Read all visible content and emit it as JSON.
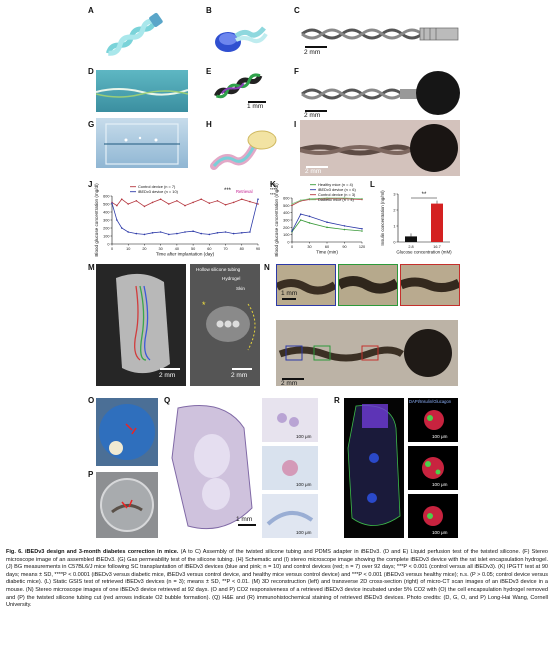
{
  "panels": {
    "A": "A",
    "B": "B",
    "C": "C",
    "D": "D",
    "E": "E",
    "F": "F",
    "G": "G",
    "H": "H",
    "I": "I",
    "J": "J",
    "K": "K",
    "L": "L",
    "M": "M",
    "N": "N",
    "O": "O",
    "P": "P",
    "Q": "Q",
    "R": "R"
  },
  "scale_bars": {
    "c": "2 mm",
    "e": "1 mm",
    "f": "2 mm",
    "i": "2 mm",
    "m_left": "2 mm",
    "m_right": "2 mm",
    "n_top": "1 mm",
    "n_bottom": "2 mm",
    "q": "1 mm",
    "q_inset1": "100 μm",
    "q_inset2": "100 μm",
    "q_inset3": "100 μm",
    "r_inset1": "100 μm",
    "r_inset2": "100 μm",
    "r_inset3": "100 μm"
  },
  "panel_m": {
    "label_tubing": "Hollow silicone tubing",
    "label_hydrogel": "Hydrogel",
    "label_skin": "Skin"
  },
  "panel_r": {
    "stain_label": "DAPI/Insulin/Glucagon"
  },
  "panel_j": {
    "retrieval": "Retrieval",
    "significance": "***"
  },
  "panel_k": {
    "sig1": "***",
    "sig2": "****",
    "sig3": "***"
  },
  "panel_l": {
    "sig": "**"
  },
  "chart_data": [
    {
      "type": "line",
      "panel": "J",
      "xlabel": "Time after implantation (day)",
      "ylabel": "Blood glucose concentration (mg/dl)",
      "xlim": [
        0,
        90
      ],
      "ylim": [
        0,
        600
      ],
      "xticks": [
        0,
        10,
        20,
        30,
        40,
        50,
        60,
        70,
        80,
        90
      ],
      "yticks": [
        0,
        100,
        200,
        300,
        400,
        500,
        600
      ],
      "legend": "top-center",
      "series": [
        {
          "name": "Control device (n = 7)",
          "color": "#b5373f",
          "x": [
            0,
            3,
            6,
            10,
            15,
            20,
            25,
            30,
            35,
            40,
            45,
            50,
            55,
            60,
            65,
            70,
            75,
            80,
            85,
            90
          ],
          "y": [
            520,
            480,
            560,
            500,
            540,
            470,
            520,
            560,
            500,
            540,
            480,
            520,
            560,
            510,
            540,
            490,
            520,
            560,
            530,
            500
          ]
        },
        {
          "name": "iBEDv3 device (n = 10)",
          "color": "#2d3aa8",
          "x": [
            0,
            3,
            6,
            10,
            15,
            20,
            25,
            30,
            35,
            40,
            45,
            50,
            55,
            60,
            65,
            70,
            75,
            80,
            85,
            90
          ],
          "y": [
            510,
            300,
            200,
            150,
            130,
            120,
            140,
            150,
            120,
            130,
            150,
            160,
            130,
            120,
            140,
            150,
            130,
            140,
            150,
            560
          ]
        }
      ]
    },
    {
      "type": "line",
      "panel": "K",
      "xlabel": "Time (min)",
      "ylabel": "Blood glucose concentration (mg/dl)",
      "xlim": [
        0,
        120
      ],
      "ylim": [
        0,
        600
      ],
      "xticks": [
        0,
        30,
        60,
        90,
        120
      ],
      "yticks": [
        0,
        100,
        200,
        300,
        400,
        500,
        600
      ],
      "legend": "top-right",
      "series": [
        {
          "name": "Healthy mice (n = 4)",
          "color": "#3a9a3a",
          "x": [
            0,
            15,
            30,
            60,
            90,
            120
          ],
          "y": [
            140,
            300,
            260,
            200,
            170,
            150
          ]
        },
        {
          "name": "iBEDv3 device (n = 6)",
          "color": "#2d3aa8",
          "x": [
            0,
            15,
            30,
            60,
            90,
            120
          ],
          "y": [
            150,
            380,
            350,
            270,
            220,
            180
          ]
        },
        {
          "name": "Control device (n = 3)",
          "color": "#b5373f",
          "x": [
            0,
            15,
            30,
            60,
            90,
            120
          ],
          "y": [
            500,
            560,
            580,
            590,
            590,
            580
          ]
        },
        {
          "name": "Diabetic mice (n = 4)",
          "color": "#7bc47b",
          "x": [
            0,
            15,
            30,
            60,
            90,
            120
          ],
          "y": [
            520,
            570,
            590,
            600,
            600,
            590
          ]
        }
      ]
    },
    {
      "type": "bar",
      "panel": "L",
      "categories": [
        "2.8",
        "16.7"
      ],
      "values": [
        0.35,
        2.4
      ],
      "colors": [
        "#111111",
        "#d42121"
      ],
      "xlabel": "Glucose concentration (mM)",
      "ylabel": "Insulin concentration (ng/ml)",
      "ylim": [
        0,
        3
      ],
      "yticks": [
        0,
        1,
        2,
        3
      ]
    }
  ],
  "caption": {
    "title": "Fig. 6. iBEDv3 design and 3-month diabetes correction in mice.",
    "body": " (A to C) Assembly of the twisted silicone tubing and PDMS adapter in iBEDv3. (D and E) Liquid perfusion test of the twisted silicone. (F) Stereo microscope image of an assembled iBEDv3. (G) Gas permeability test of the silicone tubing. (H) Schematic and (I) stereo microscope image showing the complete iBEDv3 device with the rat islet encapsulation hydrogel. (J) BG measurements in C57BL6/J mice following SC transplantation of iBEDv3 devices (blue and pink; n = 10) and control devices (red; n = 7) over 92 days; ***P < 0.001 (control versus all iBEDv3). (K) IPGTT test at 90 days; means ± SD, ****P < 0.0001 (iBEDv3 versus diabetic mice, iBEDv3 versus control device, and healthy mice versus control device) and ***P < 0.001 (iBEDv3 versus healthy mice); n.s. (P > 0.05; control device versus diabetic mice). (L) Static GSIS test of retrieved iBEDv3 devices (n = 3); means ± SD, **P < 0.01. (M) 3D reconstruction (left) and transverse 2D cross-section (right) of micro-CT scan images of an iBEDv3 device in a mouse. (N) Stereo microscope images of one iBEDv3 device retrieved at 92 days. (O and P) CO2 responsiveness of a retrieved iBEDv3 device incubated under 5% CO2 with (O) the cell encapsulation hydrogel removed and (P) the twisted silicone tubing cut (red arrows indicate O2 bubble formation). (Q) H&E and (R) immunohistochemical staining of retrieved iBEDv3 devices. Photo credits: (D, G, O, and P) Long-Hai Wang, Cornell University."
  }
}
